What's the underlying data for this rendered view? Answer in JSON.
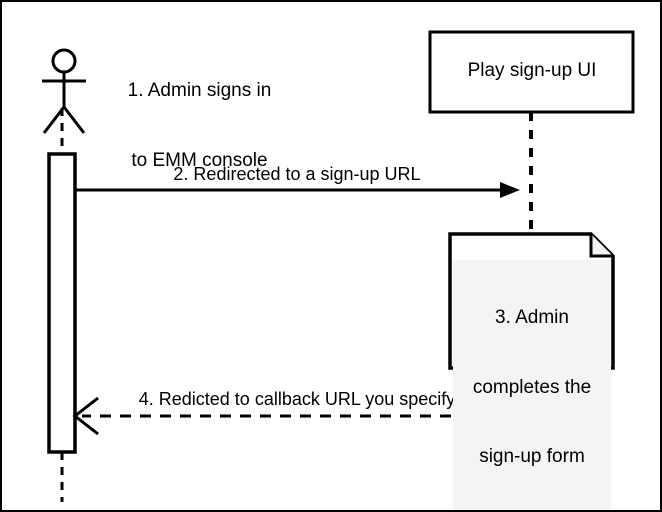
{
  "diagram": {
    "type": "sequence-diagram",
    "background_color": "#ffffff",
    "stroke_color": "#000000",
    "note_fill_color": "#f4f4f4",
    "border_color": "#000000"
  },
  "actor": {
    "icon_name": "stick-figure-actor-icon",
    "label_line1": "1. Admin signs in",
    "label_line2": "to EMM console"
  },
  "participant": {
    "title": "Play sign-up UI"
  },
  "messages": [
    {
      "id": "msg-2",
      "label": "2. Redirected to a sign-up URL",
      "style": "solid",
      "arrowhead": "filled",
      "direction": "right"
    },
    {
      "id": "msg-4",
      "label": "4. Redicted to callback URL you specify",
      "style": "dashed",
      "arrowhead": "open",
      "direction": "left"
    }
  ],
  "note": {
    "line1": "3. Admin",
    "line2": "completes the",
    "line3": "sign-up form",
    "shape": "folded-corner-note"
  }
}
